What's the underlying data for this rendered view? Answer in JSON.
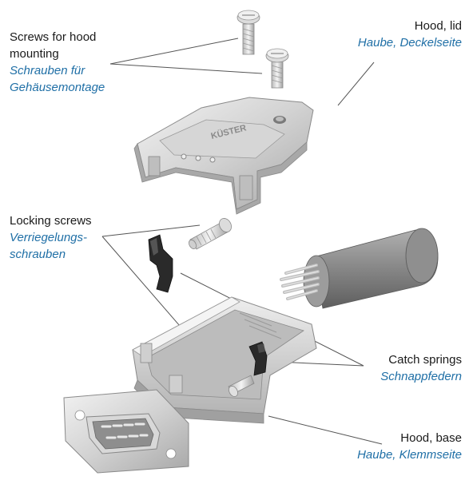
{
  "labels": {
    "screws_hood": {
      "en_1": "Screws for hood",
      "en_2": "mounting",
      "de_1": "Schrauben für",
      "de_2": "Gehäusemontage"
    },
    "hood_lid": {
      "en": "Hood, lid",
      "de": "Haube, Deckelseite"
    },
    "locking_screws": {
      "en": "Locking screws",
      "de_1": "Verriegelungs-",
      "de_2": "schrauben"
    },
    "catch_springs": {
      "en": "Catch springs",
      "de": "Schnappfedern"
    },
    "hood_base": {
      "en": "Hood, base",
      "de": "Haube, Klemmseite"
    },
    "logo_text": "KÜSTER"
  },
  "colors": {
    "english_text": "#1a1a1a",
    "german_text": "#1f6fa6",
    "leader_lines": "#555555",
    "metal_light": "#e6e6e6",
    "metal_mid": "#c8c8c8",
    "metal_dark": "#8e8e8e",
    "cable": "#8a8a8a",
    "plastic_black": "#2a2a2a"
  },
  "icons": [
    "screw-icon",
    "hood-lid-icon",
    "hood-base-icon",
    "locking-screw-icon",
    "catch-spring-icon",
    "cable-icon",
    "dsub-connector-icon"
  ]
}
